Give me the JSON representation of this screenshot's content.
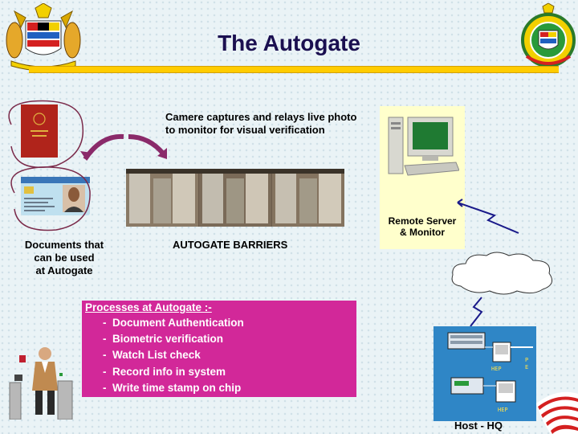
{
  "title": "The Autogate",
  "camera_caption": [
    "Camere captures and relays live photo",
    "to monitor for visual verification"
  ],
  "server_label": [
    "Remote Server",
    "& Monitor"
  ],
  "docs_label": [
    "Documents that",
    "can be used",
    "at Autogate"
  ],
  "barriers_label": "AUTOGATE BARRIERS",
  "processes": {
    "title": "Processes at Autogate :-",
    "items": [
      "Document Authentication",
      "Biometric verification",
      "Watch List check",
      "Record info in system",
      "Write time stamp on chip"
    ]
  },
  "host": {
    "label": "Host - HQ",
    "node_a": "HEP",
    "node_b": "HEP",
    "side": "P\nE"
  },
  "colors": {
    "title": "#1a0f50",
    "rule": "#ffcc00",
    "process_box": "#d22899",
    "host_box": "#2f86c6",
    "server_box": "#ffffcc",
    "passport": "#b0241b"
  }
}
